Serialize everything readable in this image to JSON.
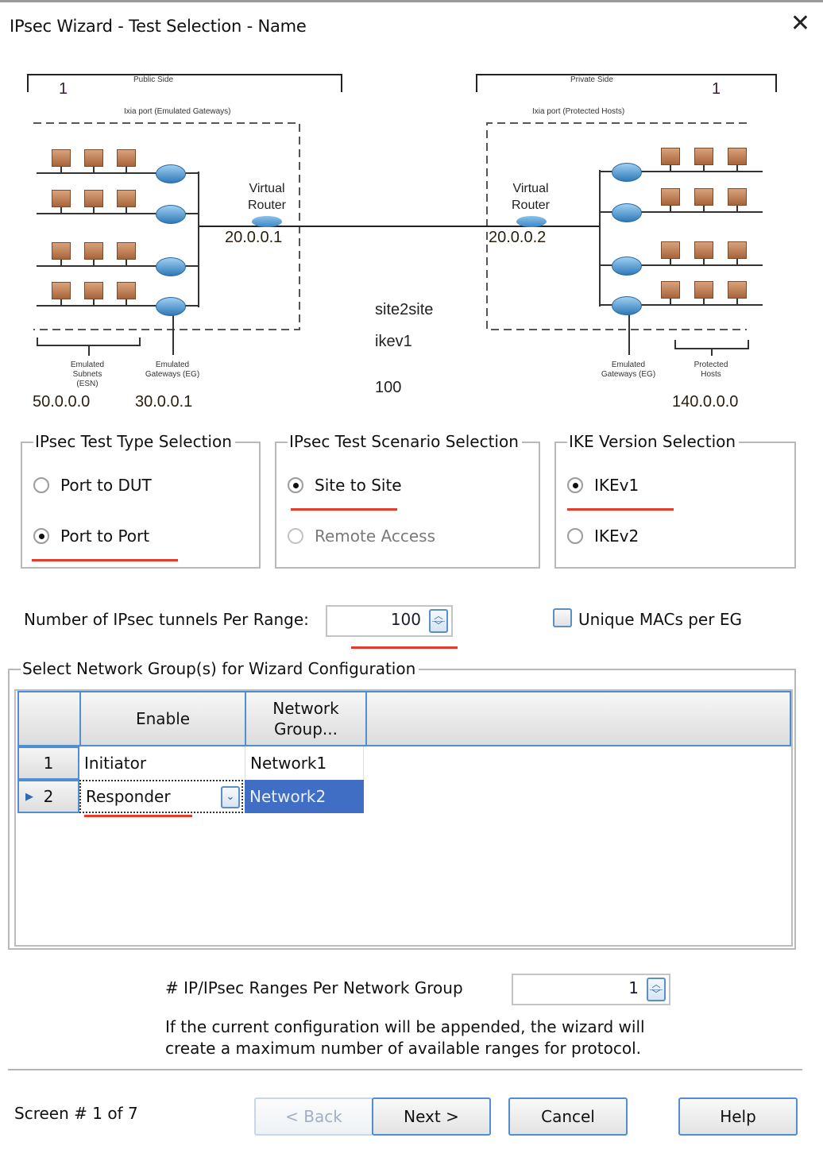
{
  "window": {
    "title": "IPsec Wizard - Test Selection - Name",
    "close_icon": "close-icon"
  },
  "diagram": {
    "public_side_label": "Public Side",
    "public_count": "1",
    "left_port_label": "Ixia port (Emulated Gateways)",
    "private_side_label": "Private Side",
    "private_count": "1",
    "right_port_label": "Ixia port (Protected Hosts)",
    "left_router_label": "Virtual Router",
    "right_router_label": "Virtual Router",
    "left_router_ip": "20.0.0.1",
    "right_router_ip": "20.0.0.2",
    "scenario": "site2site",
    "ike": "ikev1",
    "tunnels": "100",
    "left_subnets_label": "Emulated Subnets (ESN)",
    "left_gateways_label": "Emulated Gateways (EG)",
    "right_gateways_label": "Emulated Gateways (EG)",
    "right_hosts_label": "Protected Hosts",
    "subnet_ip": "50.0.0.0",
    "gateway_ip": "30.0.0.1",
    "hosts_ip": "140.0.0.0"
  },
  "test_type": {
    "title": "IPsec Test Type Selection",
    "options": [
      {
        "label": "Port to DUT",
        "selected": false,
        "enabled": true
      },
      {
        "label": "Port to Port",
        "selected": true,
        "enabled": true
      }
    ]
  },
  "scenario": {
    "title": "IPsec Test Scenario Selection",
    "options": [
      {
        "label": "Site to Site",
        "selected": true,
        "enabled": true
      },
      {
        "label": "Remote Access",
        "selected": false,
        "enabled": false
      }
    ]
  },
  "ike_version": {
    "title": "IKE Version Selection",
    "options": [
      {
        "label": "IKEv1",
        "selected": true,
        "enabled": true
      },
      {
        "label": "IKEv2",
        "selected": false,
        "enabled": true
      }
    ]
  },
  "tunnels": {
    "label": "Number of IPsec tunnels Per Range:",
    "value": "100"
  },
  "unique_macs": {
    "label": "Unique MACs per EG",
    "checked": false
  },
  "network_groups": {
    "title": "Select Network Group(s) for Wizard Configuration",
    "columns": [
      "",
      "Enable",
      "Network Group..."
    ],
    "rows": [
      {
        "index": "1",
        "enable": "Initiator",
        "network_group": "Network1",
        "current": false
      },
      {
        "index": "2",
        "enable": "Responder",
        "network_group": "Network2",
        "current": true
      }
    ]
  },
  "ranges": {
    "label": "# IP/IPsec Ranges Per Network Group",
    "value": "1"
  },
  "note": {
    "line1": "If the current configuration will be appended, the wizard will",
    "line2": "create a maximum number of available ranges for protocol."
  },
  "footer": {
    "screen": "Screen # 1 of 7",
    "back": "< Back",
    "next": "Next >",
    "cancel": "Cancel",
    "help": "Help"
  },
  "colors": {
    "accent": "#4f8ed1",
    "selection": "#3f6ec4",
    "annotation": "#e53b2a"
  }
}
